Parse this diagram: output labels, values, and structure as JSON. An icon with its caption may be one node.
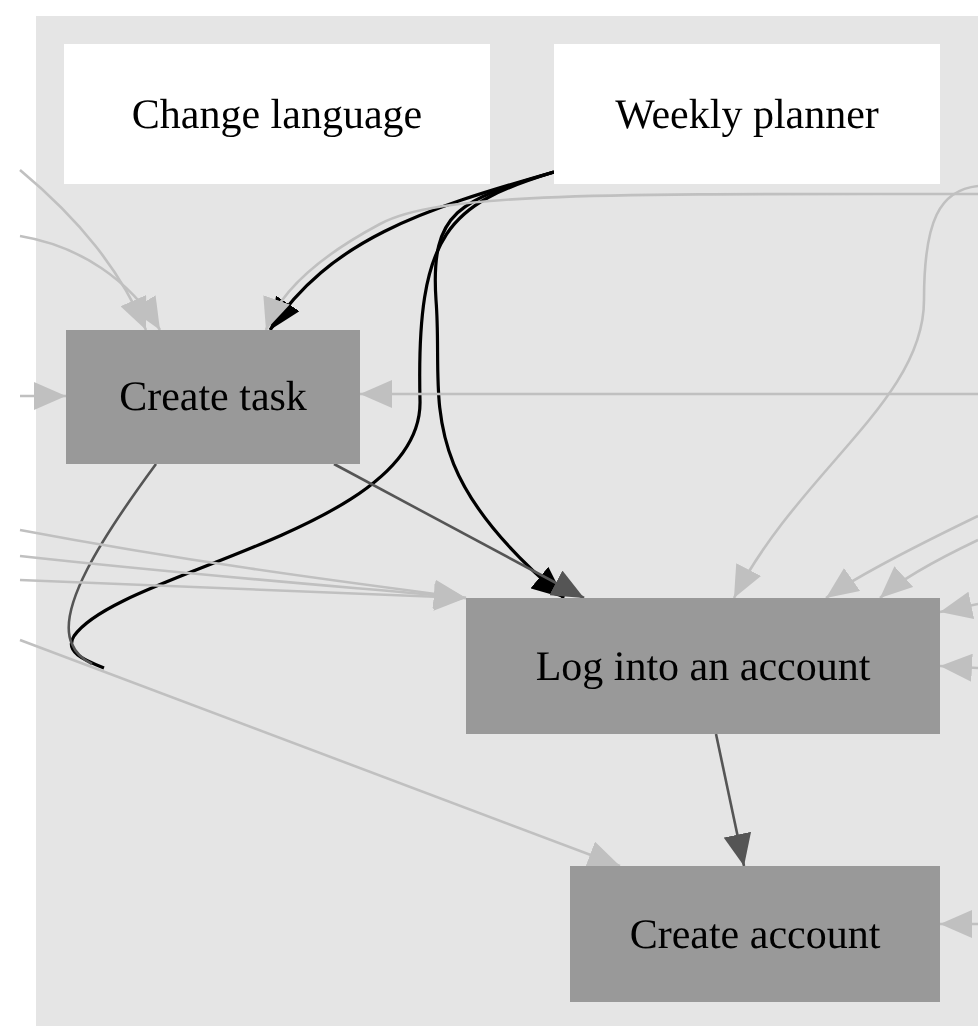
{
  "diagram": {
    "nodes": [
      {
        "text": [
          "Change language"
        ]
      },
      {
        "text": [
          "Weekly planner"
        ]
      },
      {
        "text": [
          "Create task"
        ]
      },
      {
        "text": [
          "Log into an account"
        ]
      },
      {
        "text": [
          "Create account"
        ]
      }
    ],
    "edges": [
      {
        "from": 1,
        "to": 2,
        "arrow": "to",
        "color": "#000000"
      },
      {
        "from": 1,
        "to": 3,
        "arrow": "to",
        "color": "#000000"
      },
      {
        "from": 1,
        "to": null,
        "arrow": "none",
        "color": "#000000"
      },
      {
        "from": 2,
        "to": null,
        "arrow": "none",
        "color": "#555555"
      },
      {
        "from": 2,
        "to": 3,
        "arrow": "to",
        "color": "#555555"
      },
      {
        "from": 3,
        "to": 4,
        "arrow": "to",
        "color": "#555555"
      },
      {
        "from": null,
        "to": 2,
        "arrow": "to"
      },
      {
        "from": null,
        "to": 3,
        "arrow": "to"
      },
      {
        "from": null,
        "to": 2,
        "arrow": "to"
      },
      {
        "from": null,
        "to": 2,
        "arrow": "to"
      },
      {
        "from": null,
        "to": 2,
        "arrow": "to"
      },
      {
        "from": null,
        "to": 2,
        "arrow": "to"
      },
      {
        "from": null,
        "to": 3,
        "arrow": "to"
      },
      {
        "from": null,
        "to": 3,
        "arrow": "to"
      },
      {
        "from": null,
        "to": 3,
        "arrow": "to"
      },
      {
        "from": null,
        "to": 3,
        "arrow": "to"
      },
      {
        "from": null,
        "to": 3,
        "arrow": "to"
      },
      {
        "from": null,
        "to": 3,
        "arrow": "to"
      },
      {
        "from": null,
        "to": 3,
        "arrow": "to"
      },
      {
        "from": null,
        "to": 4,
        "arrow": "to"
      },
      {
        "from": null,
        "to": 4,
        "arrow": "to"
      }
    ]
  }
}
